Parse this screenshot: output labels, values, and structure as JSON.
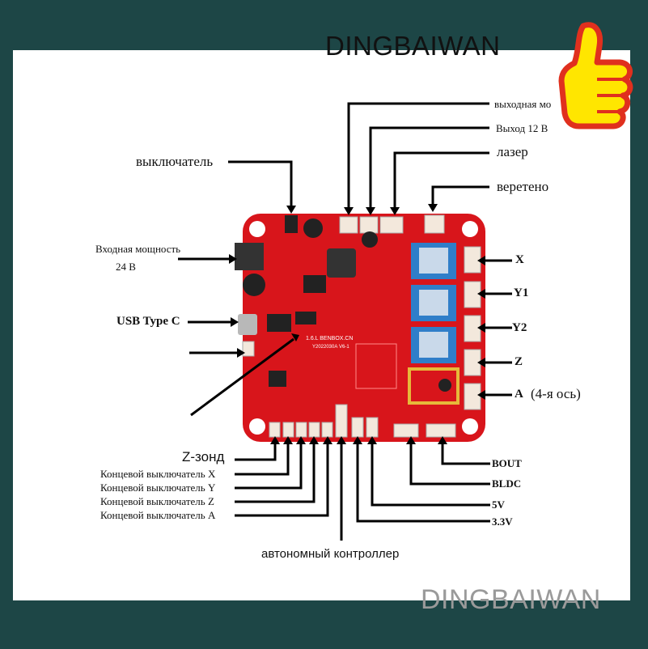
{
  "watermark_top": "DINGBAIWAN",
  "watermark_bottom": "DINGBAIWAN",
  "board_silk": {
    "line1": "1.6.L BENBOX.CN",
    "line2": "Y2022030А V6-1"
  },
  "labels": {
    "out_power": "выходная мо",
    "out_12v": "Выход 12 В",
    "laser": "лазер",
    "spindle": "веретено",
    "switch": "выключатель",
    "in_power": "Входная мощность",
    "in_power_v": "24 В",
    "usb": "USB Type C",
    "x": "X",
    "y1": "Y1",
    "y2": "Y2",
    "z": "Z",
    "a": "A",
    "a_note": "(4-я ось)",
    "z_probe": "Z-зонд",
    "lim_x": "Концевой выключатель X",
    "lim_y": "Концевой выключатель Y",
    "lim_z": "Концевой выключатель Z",
    "lim_a": "Концевой выключатель A",
    "offline": "автономный контроллер",
    "bout": "BOUT",
    "bldc": "BLDC",
    "v5": "5V",
    "v33": "3.3V"
  },
  "thumb_icon": "thumbs-up-icon",
  "colors": {
    "board": "#d8151b",
    "driver": "#2f7ec9",
    "header": "#f1d9c0",
    "bg": "#1d4646"
  }
}
